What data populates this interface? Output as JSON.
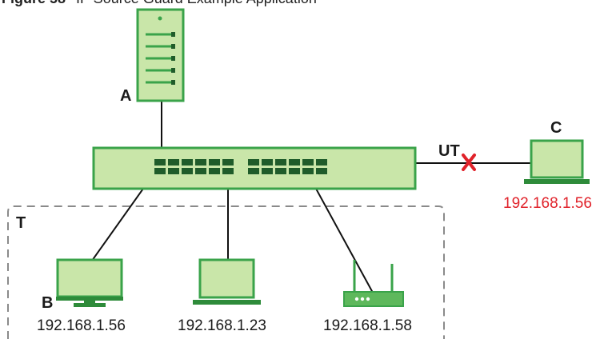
{
  "figure": {
    "caption_prefix": "Figure 58",
    "caption_text": "IP Source Guard Example Application"
  },
  "labels": {
    "server": "A",
    "computer_b": "B",
    "laptop_c": "C",
    "untrusted_port": "UT",
    "trusted_group": "T"
  },
  "ips": {
    "laptop_c": "192.168.1.56",
    "monitor_b": "192.168.1.56",
    "laptop_center": "192.168.1.23",
    "access_point": "192.168.1.58"
  },
  "colors": {
    "green_fill": "#c9e6a9",
    "green_stroke": "#3aa34a",
    "green_dark": "#2e8b3a",
    "port": "#1f5c2a",
    "blocked": "#e0222a",
    "dashed_border": "#8a8a8a"
  }
}
